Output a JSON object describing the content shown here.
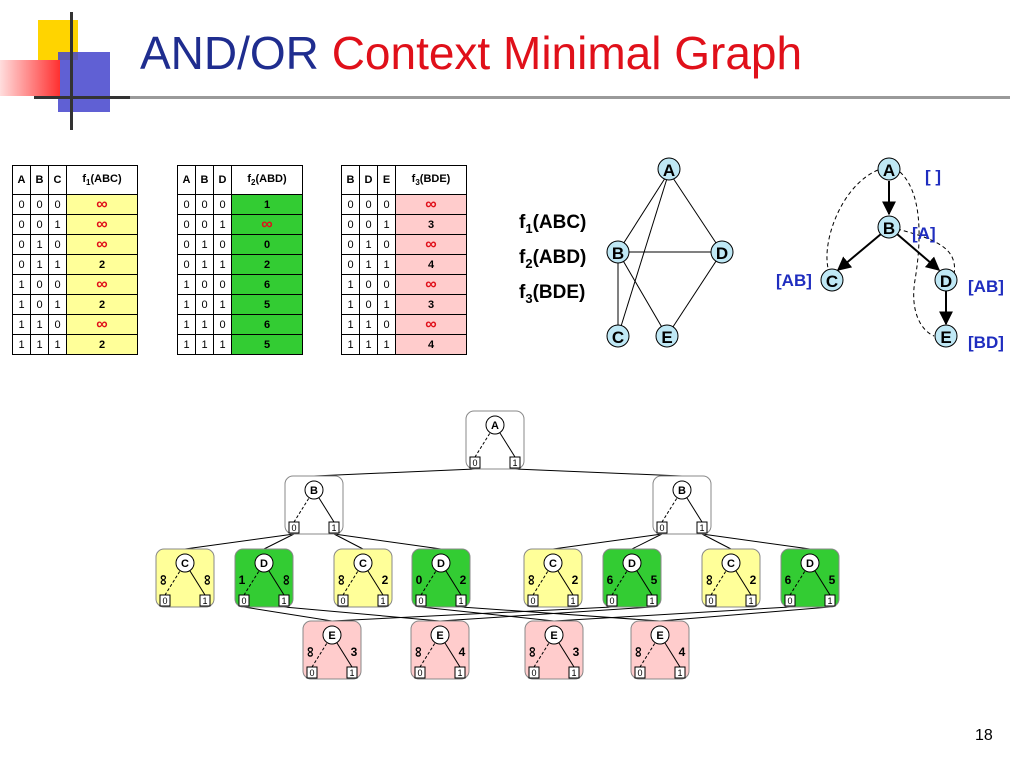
{
  "title": {
    "part1": "AND/OR",
    "part2": "Context Minimal Graph"
  },
  "page_number": "18",
  "tables": [
    {
      "id": "f1",
      "headers": [
        "A",
        "B",
        "C"
      ],
      "func_name": "f",
      "func_sub": "1",
      "func_args": "(ABC)",
      "rows": [
        [
          "0",
          "0",
          "0",
          "∞"
        ],
        [
          "0",
          "0",
          "1",
          "∞"
        ],
        [
          "0",
          "1",
          "0",
          "∞"
        ],
        [
          "0",
          "1",
          "1",
          "2"
        ],
        [
          "1",
          "0",
          "0",
          "∞"
        ],
        [
          "1",
          "0",
          "1",
          "2"
        ],
        [
          "1",
          "1",
          "0",
          "∞"
        ],
        [
          "1",
          "1",
          "1",
          "2"
        ]
      ],
      "color": "#ffff99"
    },
    {
      "id": "f2",
      "headers": [
        "A",
        "B",
        "D"
      ],
      "func_name": "f",
      "func_sub": "2",
      "func_args": "(ABD)",
      "rows": [
        [
          "0",
          "0",
          "0",
          "1"
        ],
        [
          "0",
          "0",
          "1",
          "∞"
        ],
        [
          "0",
          "1",
          "0",
          "0"
        ],
        [
          "0",
          "1",
          "1",
          "2"
        ],
        [
          "1",
          "0",
          "0",
          "6"
        ],
        [
          "1",
          "0",
          "1",
          "5"
        ],
        [
          "1",
          "1",
          "0",
          "6"
        ],
        [
          "1",
          "1",
          "1",
          "5"
        ]
      ],
      "color": "#33cc33"
    },
    {
      "id": "f3",
      "headers": [
        "B",
        "D",
        "E"
      ],
      "func_name": "f",
      "func_sub": "3",
      "func_args": "(BDE)",
      "rows": [
        [
          "0",
          "0",
          "0",
          "∞"
        ],
        [
          "0",
          "0",
          "1",
          "3"
        ],
        [
          "0",
          "1",
          "0",
          "∞"
        ],
        [
          "0",
          "1",
          "1",
          "4"
        ],
        [
          "1",
          "0",
          "0",
          "∞"
        ],
        [
          "1",
          "0",
          "1",
          "3"
        ],
        [
          "1",
          "1",
          "0",
          "∞"
        ],
        [
          "1",
          "1",
          "1",
          "4"
        ]
      ],
      "color": "#ffcccc"
    }
  ],
  "functions": [
    {
      "name": "f",
      "sub": "1",
      "args": "(ABC)"
    },
    {
      "name": "f",
      "sub": "2",
      "args": "(ABD)"
    },
    {
      "name": "f",
      "sub": "3",
      "args": "(BDE)"
    }
  ],
  "primal_graph": {
    "nodes": {
      "A": "A",
      "B": "B",
      "C": "C",
      "D": "D",
      "E": "E"
    }
  },
  "pseudo_tree": {
    "nodes": {
      "A": "A",
      "B": "B",
      "C": "C",
      "D": "D",
      "E": "E"
    },
    "contexts": {
      "A": "[ ]",
      "B": "[A]",
      "C": "[AB]",
      "D": "[AB]",
      "E": "[BD]"
    }
  },
  "cmg": {
    "value_labels": {
      "zero": "0",
      "one": "1"
    },
    "nodes": [
      {
        "var": "A",
        "left": "",
        "right": "",
        "color": "#ffffff"
      },
      {
        "var": "B",
        "left": "",
        "right": "",
        "color": "#ffffff"
      },
      {
        "var": "B",
        "left": "",
        "right": "",
        "color": "#ffffff"
      },
      {
        "var": "C",
        "left": "∞",
        "right": "∞",
        "color": "#ffff99"
      },
      {
        "var": "D",
        "left": "1",
        "right": "∞",
        "color": "#33cc33"
      },
      {
        "var": "C",
        "left": "∞",
        "right": "2",
        "color": "#ffff99"
      },
      {
        "var": "D",
        "left": "0",
        "right": "2",
        "color": "#33cc33"
      },
      {
        "var": "C",
        "left": "∞",
        "right": "2",
        "color": "#ffff99"
      },
      {
        "var": "D",
        "left": "6",
        "right": "5",
        "color": "#33cc33"
      },
      {
        "var": "C",
        "left": "∞",
        "right": "2",
        "color": "#ffff99"
      },
      {
        "var": "D",
        "left": "6",
        "right": "5",
        "color": "#33cc33"
      },
      {
        "var": "E",
        "left": "∞",
        "right": "3",
        "color": "#ffcccc"
      },
      {
        "var": "E",
        "left": "∞",
        "right": "4",
        "color": "#ffcccc"
      },
      {
        "var": "E",
        "left": "∞",
        "right": "3",
        "color": "#ffcccc"
      },
      {
        "var": "E",
        "left": "∞",
        "right": "4",
        "color": "#ffcccc"
      }
    ]
  }
}
